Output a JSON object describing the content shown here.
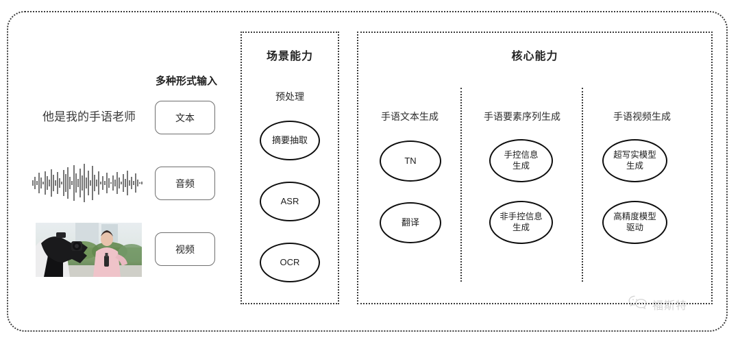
{
  "diagram": {
    "input_column": {
      "heading": "多种形式输入",
      "sample_text": "他是我的手语老师",
      "chips": [
        {
          "label": "文本",
          "icon": "text-icon"
        },
        {
          "label": "音频",
          "icon": "audio-waveform-icon"
        },
        {
          "label": "视频",
          "icon": "video-icon"
        }
      ],
      "waveform_name": "audio-waveform-graphic",
      "video_thumbnail_name": "video-thumbnail-cameraman-reporter"
    },
    "scene_section": {
      "title": "场景能力",
      "subtitle": "预处理",
      "nodes": [
        "摘要抽取",
        "ASR",
        "OCR"
      ]
    },
    "core_section": {
      "title": "核心能力",
      "columns": [
        {
          "label": "手语文本生成",
          "nodes": [
            "TN",
            "翻译"
          ]
        },
        {
          "label": "手语要素序列生成",
          "nodes": [
            "手控信息\n生成",
            "非手控信息\n生成"
          ]
        },
        {
          "label": "手语视频生成",
          "nodes": [
            "超写实模型\n生成",
            "高精度模型\n驱动"
          ]
        }
      ]
    },
    "watermark": {
      "text": "福斯特",
      "icon": "wechat-bubbles-icon"
    },
    "colors": {
      "background": "#ffffff",
      "border_dotted": "#3a3a3a",
      "ellipse_stroke": "#0d0d0d",
      "chip_stroke": "#6e6e6e",
      "text": "#2b2b2b",
      "watermark": "#9a9a9a"
    }
  }
}
